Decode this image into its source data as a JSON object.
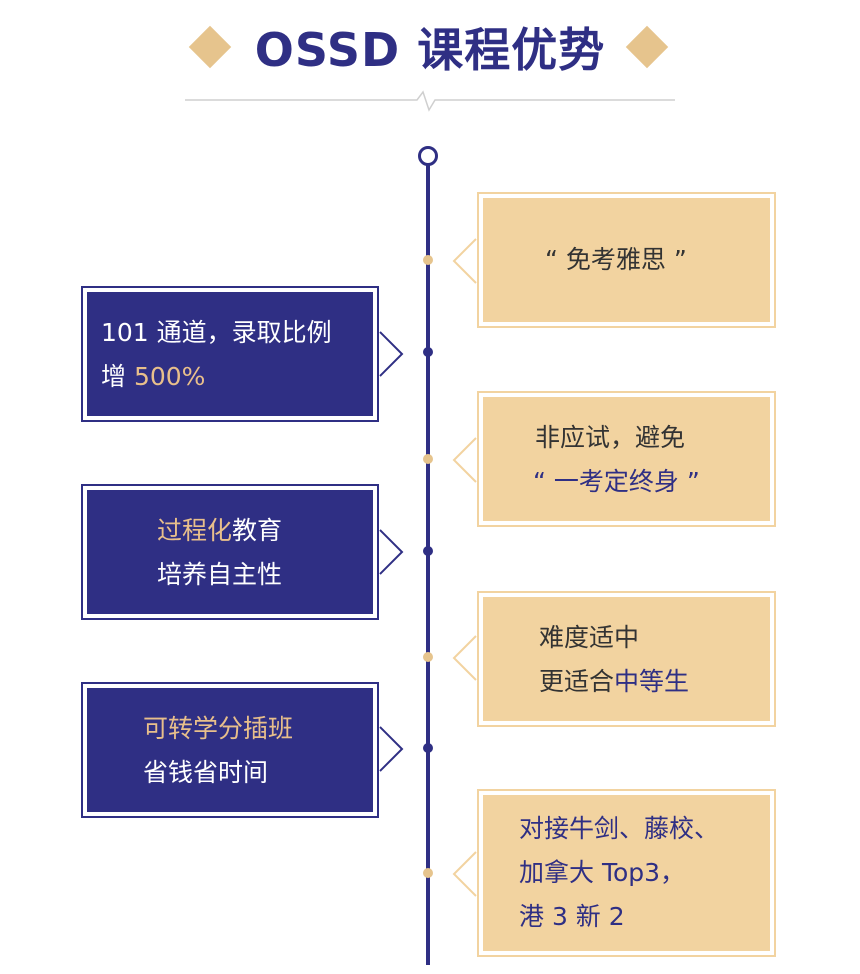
{
  "header": {
    "title": "OSSD 课程优势"
  },
  "left_cards": [
    {
      "line1_a": "101 通道，录取比例",
      "line2_a": "增 ",
      "line2_b": "500%"
    },
    {
      "line1_a": "过程化",
      "line1_b": "教育",
      "line2": "培养自主性"
    },
    {
      "line1": "可转学分插班",
      "line2": "省钱省时间"
    }
  ],
  "right_cards": [
    {
      "line1": "“ 免考雅思 ”"
    },
    {
      "line1": "非应试，避免",
      "line2": "“ 一考定终身 ”"
    },
    {
      "line1": "难度适中",
      "line2_a": "更适合",
      "line2_b": "中等生"
    },
    {
      "line1": "对接牛剑、藤校、",
      "line2": "加拿大 Top3，",
      "line3": "港 3 新 2"
    }
  ],
  "colors": {
    "navy": "#2f2f84",
    "tan": "#f2d3a0",
    "tan_text": "#e8bf8b"
  }
}
